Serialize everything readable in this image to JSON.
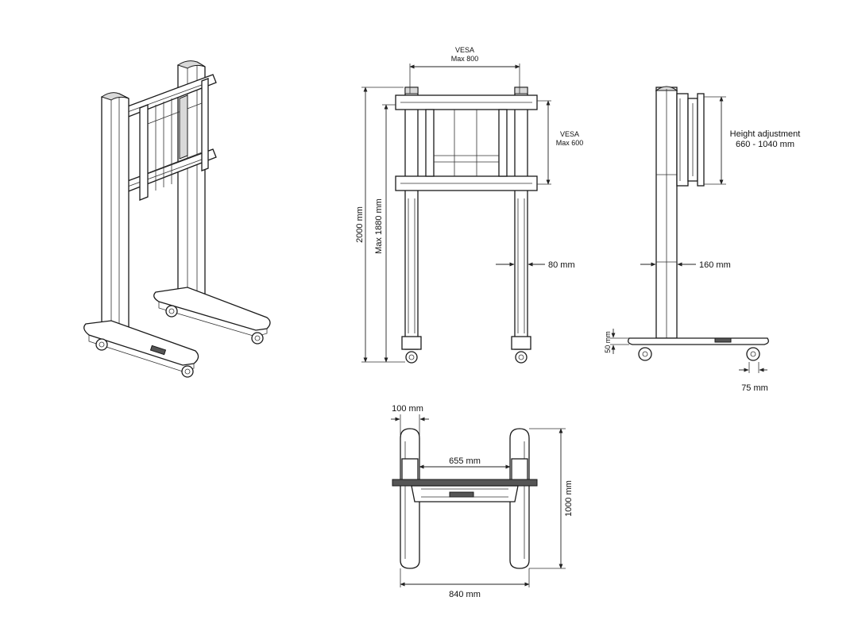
{
  "dimensions": {
    "vesa_width_line1": "VESA",
    "vesa_width_line2": "Max 800",
    "vesa_height_line1": "VESA",
    "vesa_height_line2": "Max 600",
    "total_height": "2000 mm",
    "max_height": "Max 1880 mm",
    "column_width_front": "80 mm",
    "column_width_side": "160 mm",
    "height_adjustment_line1": "Height adjustment",
    "height_adjustment_line2": "660 - 1040 mm",
    "base_height": "50 mm",
    "caster_offset": "75 mm",
    "foot_width": "100 mm",
    "inner_width": "655 mm",
    "depth": "1000 mm",
    "outer_width": "840 mm"
  }
}
